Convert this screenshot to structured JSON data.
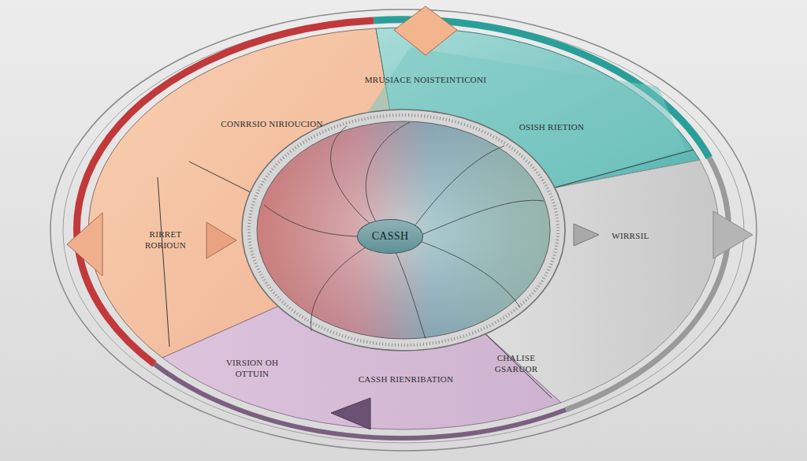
{
  "diagram": {
    "nodes": [
      {
        "text": [
          "CONRRSIO NIRIOUCION"
        ]
      },
      {
        "text": [
          "MRUSIACE NOISTEINTICONI"
        ]
      },
      {
        "text": [
          "OSISH RIETION"
        ]
      },
      {
        "text": [
          "RIRRET RORIOUN"
        ]
      },
      {
        "text": [
          "CASSH"
        ]
      },
      {
        "text": [
          "WIRRSIL"
        ]
      },
      {
        "text": [
          "VIRSION OH OTTUIN"
        ]
      },
      {
        "text": [
          "CASSH RIENRIBATION"
        ]
      },
      {
        "text": [
          "CHALISE GSARUOR"
        ]
      }
    ]
  }
}
